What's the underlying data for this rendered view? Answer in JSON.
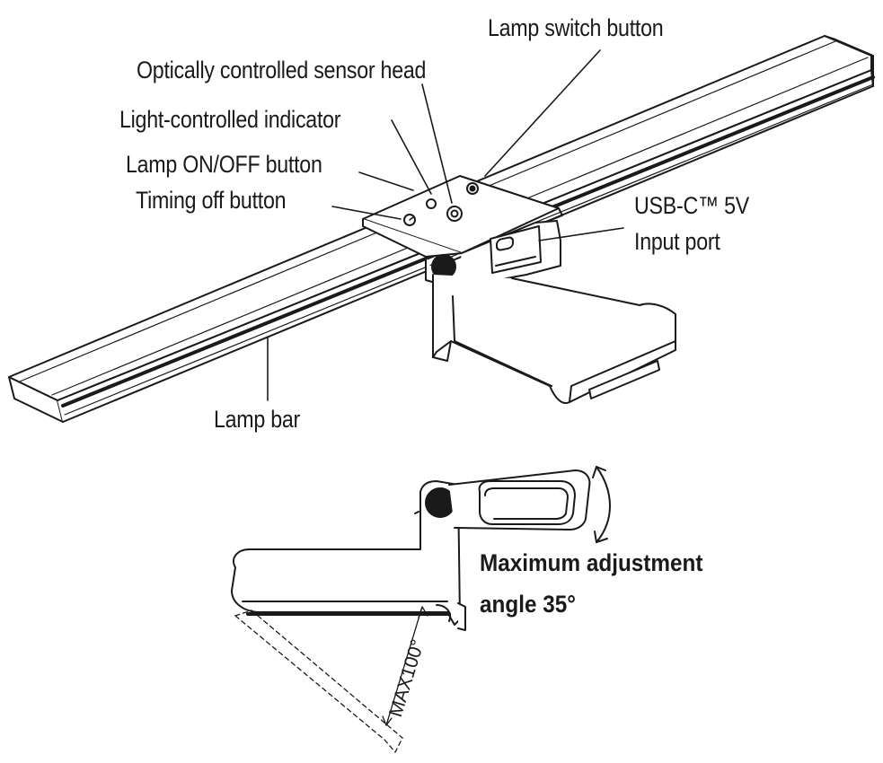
{
  "labels": {
    "lamp_switch": "Lamp switch button",
    "sensor_head": "Optically controlled sensor head",
    "light_indicator": "Light-controlled indicator",
    "on_off": "Lamp ON/OFF button",
    "timing_off": "Timing off button",
    "usb_line1": "USB-C™ 5V",
    "usb_line2": "Input port",
    "lamp_bar": "Lamp bar",
    "max_angle": "MAX100°"
  },
  "note": {
    "line1": "Maximum adjustment",
    "line2": "angle 35°"
  }
}
